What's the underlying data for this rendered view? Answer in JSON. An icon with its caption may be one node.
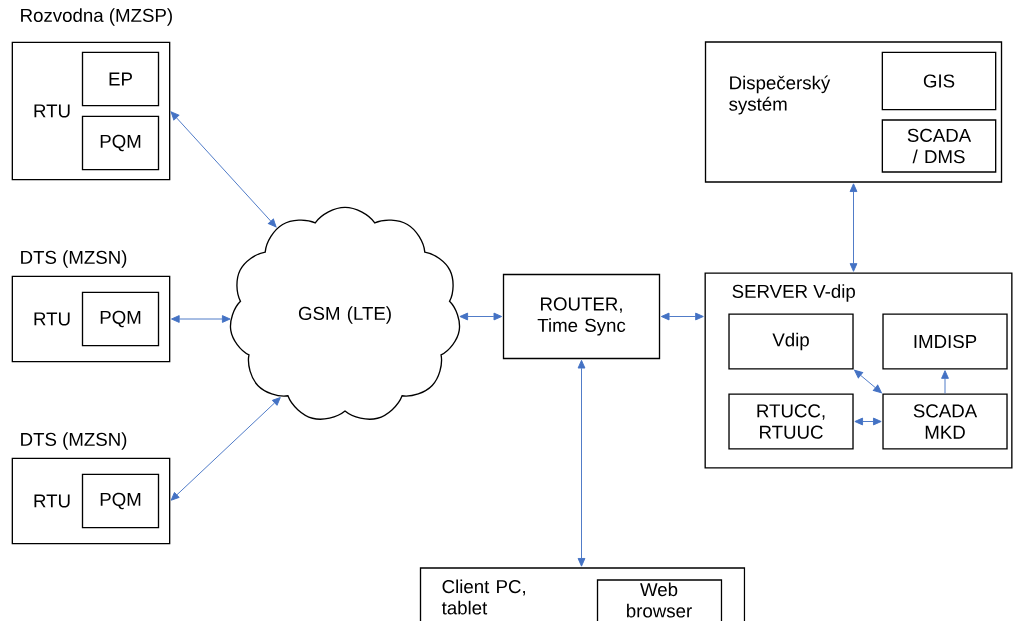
{
  "diagram": {
    "nodes": [
      {
        "text": [
          "Rozvodna (MZSP)",
          "RTU"
        ]
      },
      {
        "text": [
          "EP"
        ],
        "in": 0
      },
      {
        "text": [
          "PQM"
        ],
        "in": 0
      },
      {
        "text": [
          "DTS (MZSN)",
          "RTU"
        ]
      },
      {
        "text": [
          "PQM"
        ],
        "in": 3
      },
      {
        "text": [
          "DTS (MZSN)",
          "RTU"
        ]
      },
      {
        "text": [
          "PQM"
        ],
        "in": 5
      },
      {
        "text": [
          "GSM (LTE)"
        ]
      },
      {
        "text": [
          "ROUTER, Time Sync"
        ]
      },
      {
        "text": [
          "Dispečerský systém"
        ]
      },
      {
        "text": [
          "GIS"
        ],
        "in": 9
      },
      {
        "text": [
          "SCADA / DMS"
        ],
        "in": 9
      },
      {
        "text": [
          "SERVER V-dip"
        ]
      },
      {
        "text": [
          "Vdip"
        ],
        "in": 12
      },
      {
        "text": [
          "IMDISP"
        ],
        "in": 12
      },
      {
        "text": [
          "RTUCC, RTUUC"
        ],
        "in": 12
      },
      {
        "text": [
          "SCADA MKD"
        ],
        "in": 12
      },
      {
        "text": [
          "Client PC, tablet"
        ]
      },
      {
        "text": [
          "Web browser"
        ],
        "in": 17
      }
    ],
    "edges": [
      {
        "from": 0,
        "to": 7,
        "arrow": "both"
      },
      {
        "from": 3,
        "to": 7,
        "arrow": "both"
      },
      {
        "from": 5,
        "to": 7,
        "arrow": "both"
      },
      {
        "from": 7,
        "to": 8,
        "arrow": "both"
      },
      {
        "from": 8,
        "to": 12,
        "arrow": "both"
      },
      {
        "from": 9,
        "to": 12,
        "arrow": "both"
      },
      {
        "from": 13,
        "to": 16,
        "arrow": "both"
      },
      {
        "from": 15,
        "to": 16,
        "arrow": "both"
      },
      {
        "from": 16,
        "to": 14,
        "arrow": "to"
      },
      {
        "from": 17,
        "to": 8,
        "arrow": "both"
      }
    ]
  }
}
